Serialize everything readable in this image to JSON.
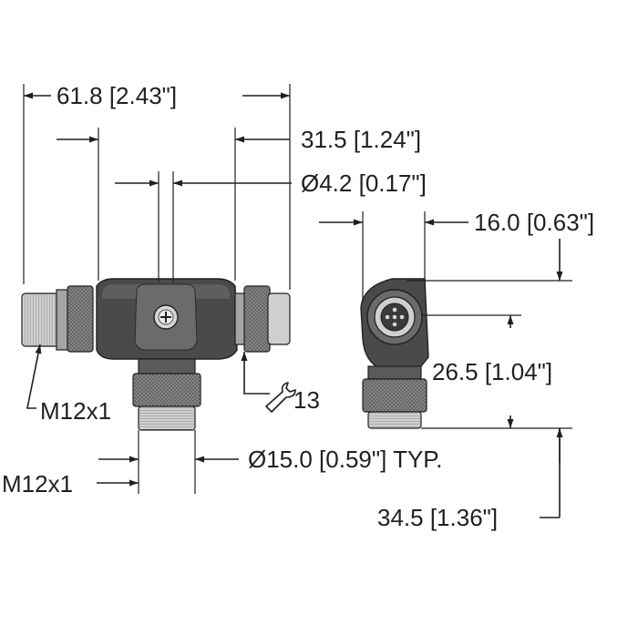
{
  "dimensions": {
    "overall_length": "61.8 [2.43\"]",
    "body_length": "31.5 [1.24\"]",
    "mounting_hole": "Ø4.2 [0.17\"]",
    "side_width": "16.0 [0.63\"]",
    "side_height": "26.5 [1.04\"]",
    "side_total_height": "34.5 [1.36\"]",
    "coupling_diameter": "Ø15.0 [0.59\"] TYP.",
    "thread_left": "M12x1",
    "thread_bottom": "M12x1",
    "wrench_size": "13"
  },
  "colors": {
    "line": "#231f20",
    "body_dark": "#4a4a4c",
    "body_mid": "#6b6b6d",
    "knurl": "#8e8e90",
    "metal": "#bdbdbf",
    "metal_light": "#d6d6d8"
  }
}
